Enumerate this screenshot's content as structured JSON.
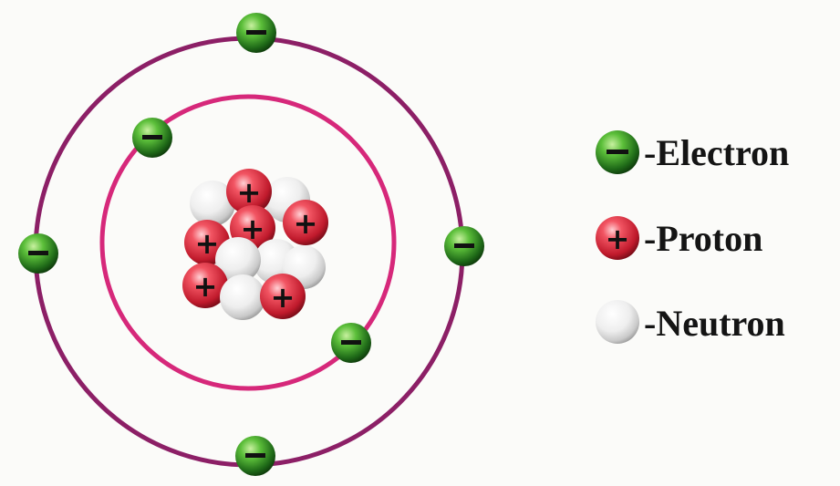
{
  "particles": {
    "electron": {
      "label": "Electron",
      "sign": "−",
      "count": 6,
      "color": "#3f9a2e",
      "icon": "electron-icon"
    },
    "proton": {
      "label": "Proton",
      "sign": "+",
      "count": 6,
      "color": "#e0283a",
      "icon": "proton-icon"
    },
    "neutron": {
      "label": "Neutron",
      "sign": "",
      "count": 6,
      "color": "#f2f2f2",
      "icon": "neutron-icon"
    }
  },
  "shells": {
    "inner_electrons": 2,
    "outer_electrons": 4,
    "inner_color": "#d6287a",
    "outer_color": "#8c1f66"
  },
  "legend": [
    {
      "key": "electron",
      "text": "-Electron"
    },
    {
      "key": "proton",
      "text": "-Proton"
    },
    {
      "key": "neutron",
      "text": "-Neutron"
    }
  ]
}
